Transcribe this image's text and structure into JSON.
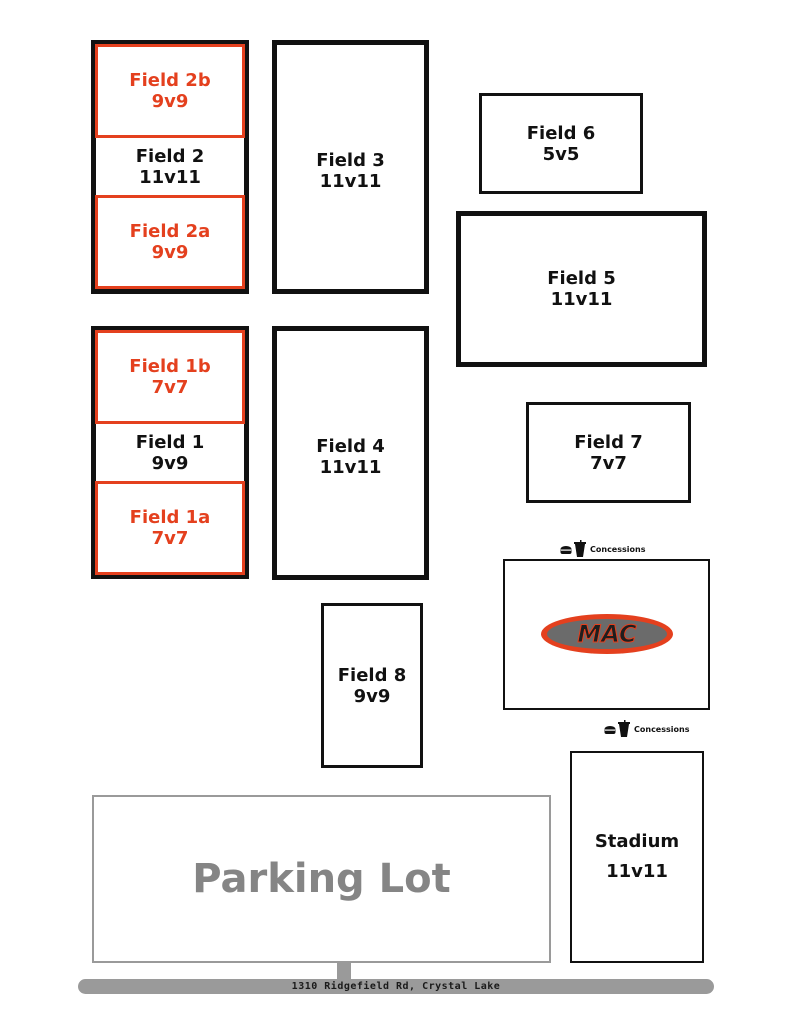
{
  "fields": {
    "f2": {
      "name": "Field 2",
      "size": "11v11"
    },
    "f2b": {
      "name": "Field 2b",
      "size": "9v9"
    },
    "f2a": {
      "name": "Field 2a",
      "size": "9v9"
    },
    "f1": {
      "name": "Field 1",
      "size": "9v9"
    },
    "f1b": {
      "name": "Field 1b",
      "size": "7v7"
    },
    "f1a": {
      "name": "Field 1a",
      "size": "7v7"
    },
    "f3": {
      "name": "Field 3",
      "size": "11v11"
    },
    "f4": {
      "name": "Field 4",
      "size": "11v11"
    },
    "f5": {
      "name": "Field 5",
      "size": "11v11"
    },
    "f6": {
      "name": "Field 6",
      "size": "5v5"
    },
    "f7": {
      "name": "Field 7",
      "size": "7v7"
    },
    "f8": {
      "name": "Field 8",
      "size": "9v9"
    },
    "stadium": {
      "name": "Stadium",
      "size": "11v11"
    }
  },
  "parking": {
    "label": "Parking Lot"
  },
  "address": "1310 Ridgefield Rd, Crystal Lake",
  "concessions": {
    "label": "Concessions",
    "icon": "concessions-icon"
  },
  "logo": {
    "text": "MAC",
    "icon": "mac-logo"
  },
  "colors": {
    "subfield": "#e4401e",
    "outline": "#111111",
    "parking": "#858585",
    "road": "#9a9a9a"
  }
}
